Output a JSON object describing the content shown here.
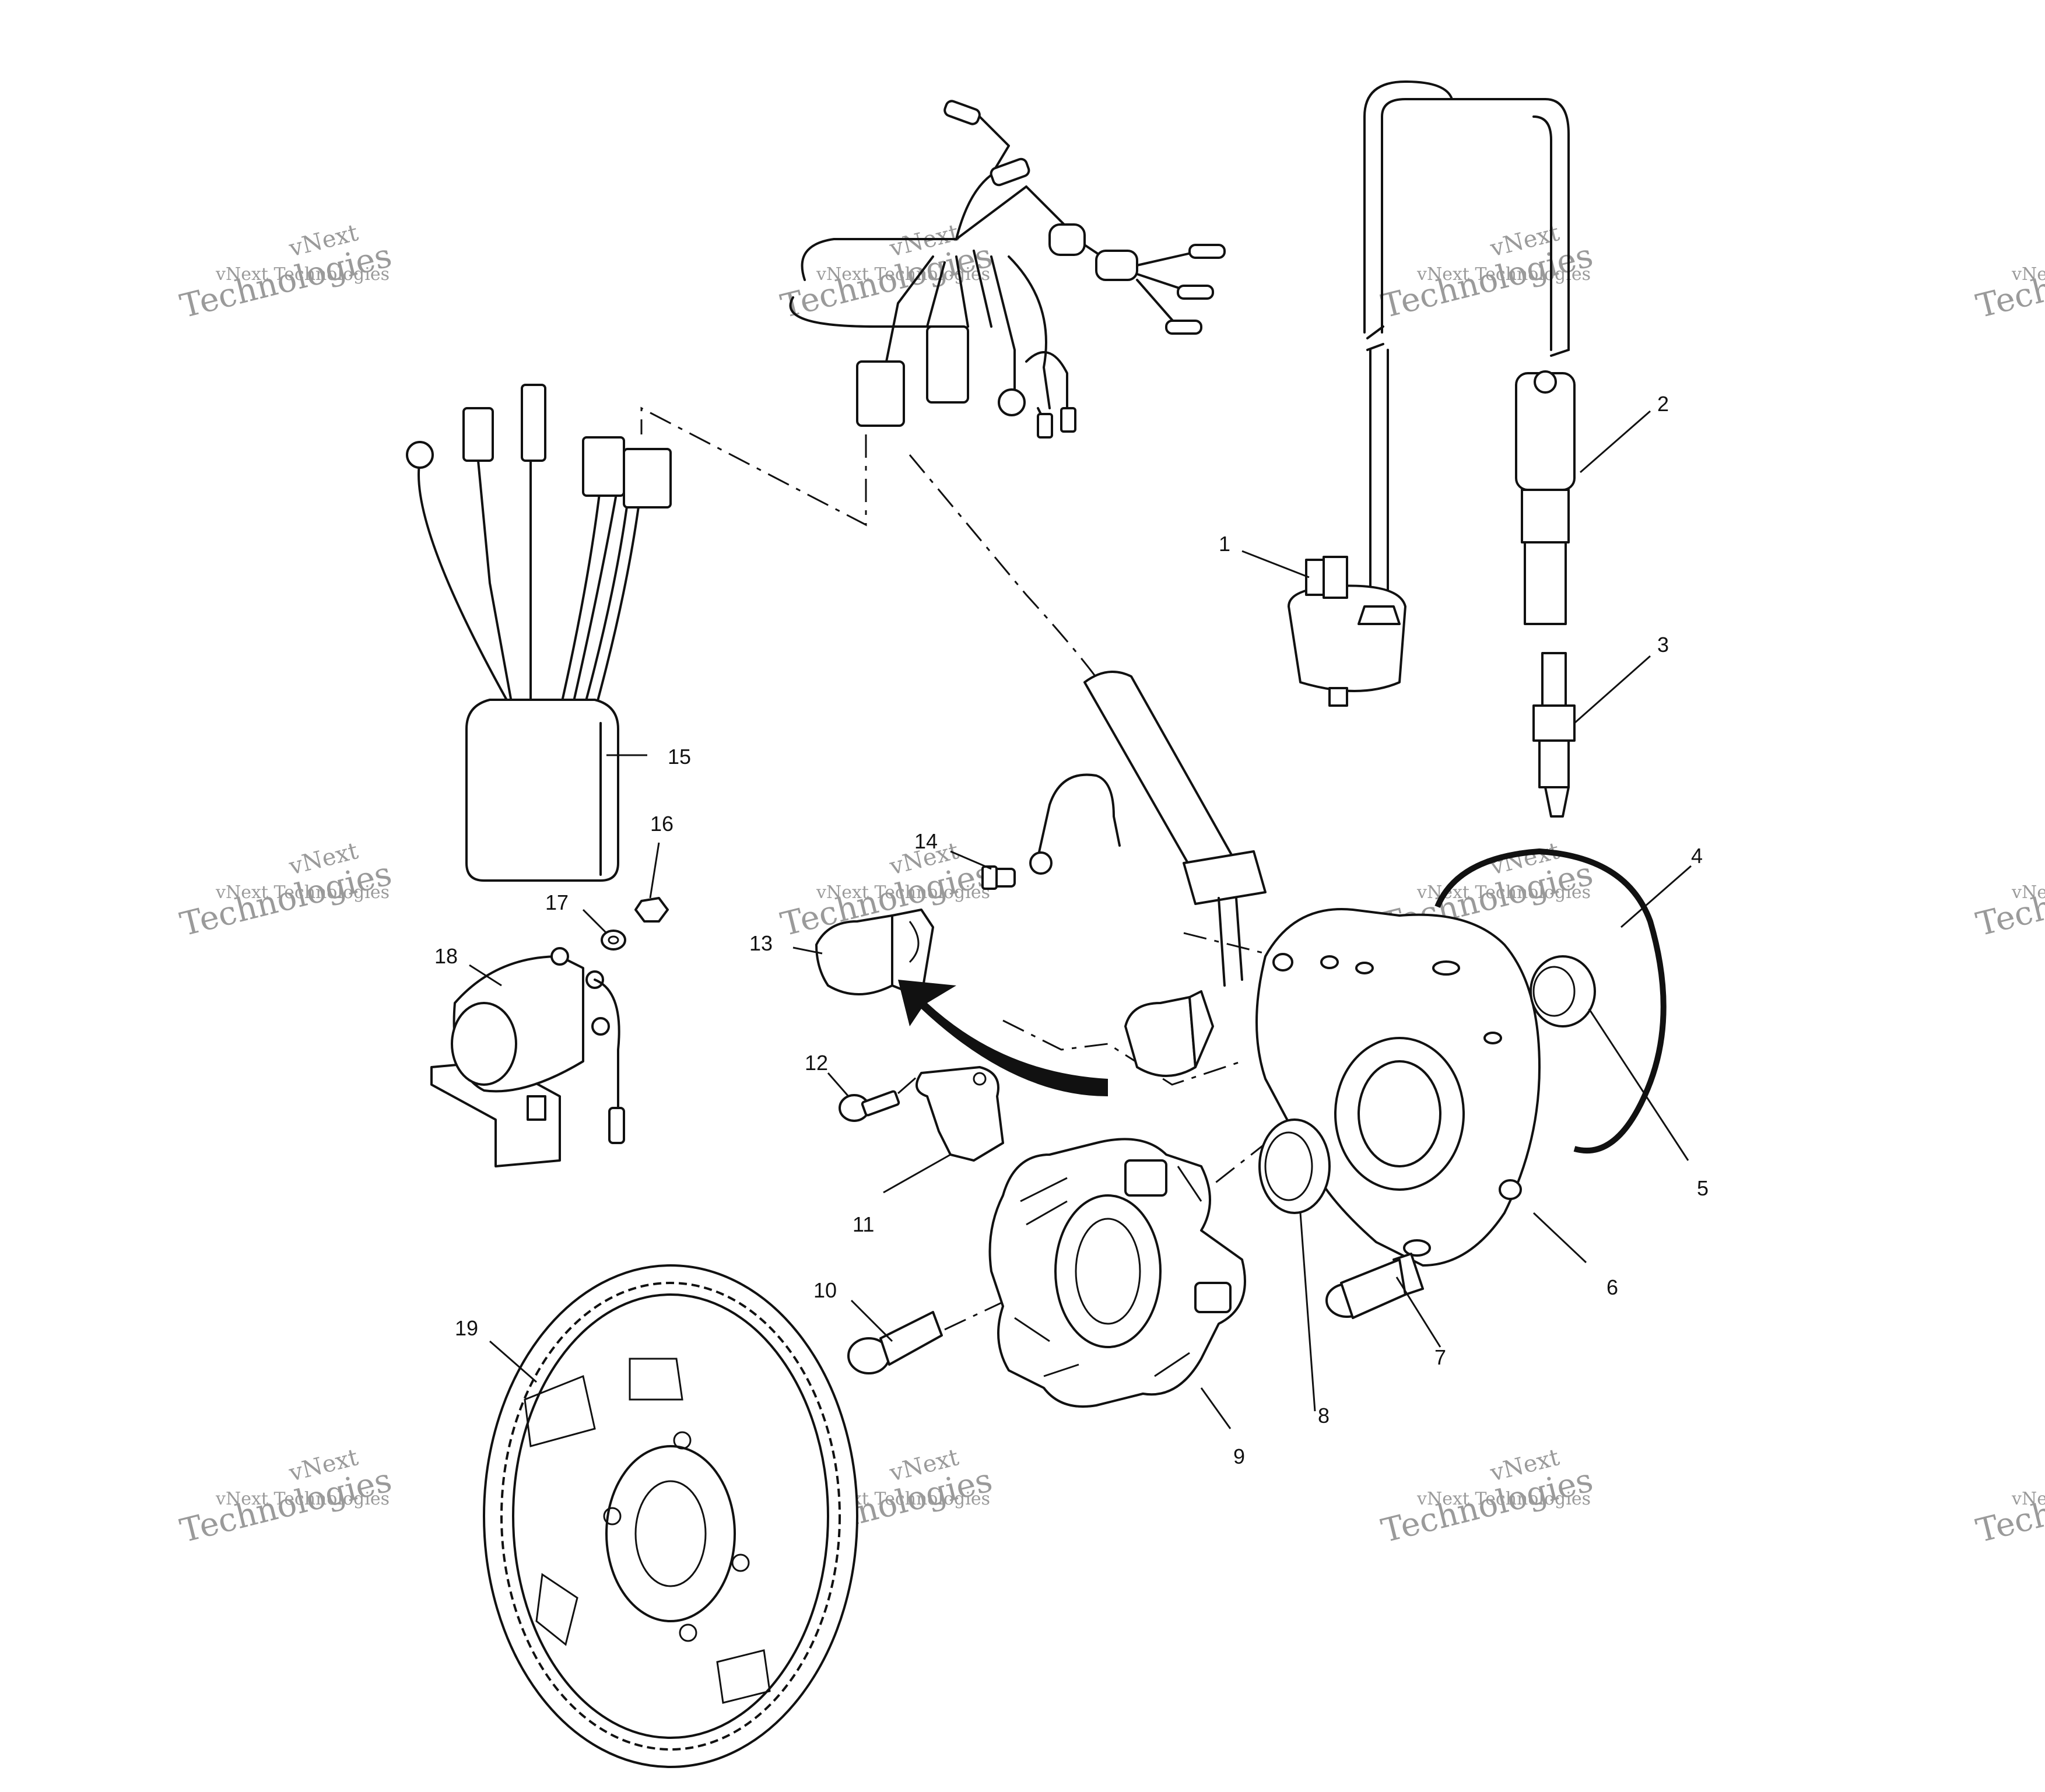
{
  "callouts": [
    {
      "label": "1"
    },
    {
      "label": "2"
    },
    {
      "label": "3"
    },
    {
      "label": "4"
    },
    {
      "label": "5"
    },
    {
      "label": "6"
    },
    {
      "label": "7"
    },
    {
      "label": "8"
    },
    {
      "label": "9"
    },
    {
      "label": "10"
    },
    {
      "label": "11"
    },
    {
      "label": "12"
    },
    {
      "label": "13"
    },
    {
      "label": "14"
    },
    {
      "label": "15"
    },
    {
      "label": "16"
    },
    {
      "label": "17"
    },
    {
      "label": "18"
    },
    {
      "label": "19"
    }
  ],
  "watermark": {
    "line1": "vNext",
    "line2": "vNext Technologies",
    "line3": "Technologies"
  },
  "colors": {
    "ink": "#111111",
    "watermark": "#9a9a9a",
    "background": "#ffffff"
  }
}
